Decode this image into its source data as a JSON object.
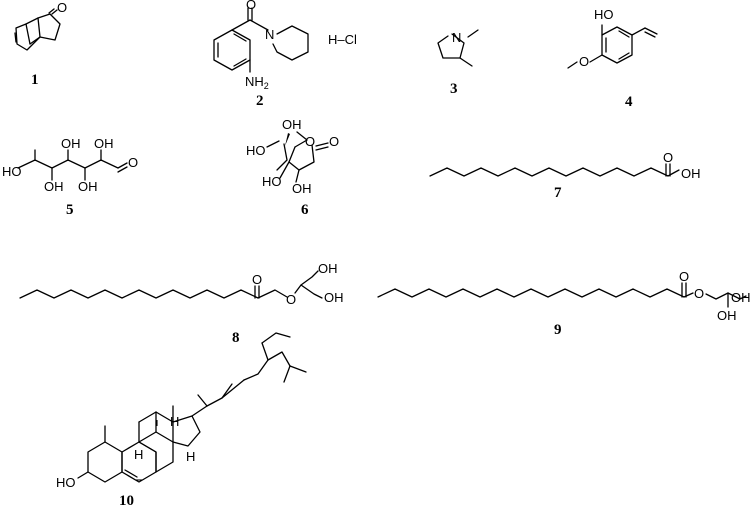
{
  "compounds": [
    {
      "label": "1",
      "atoms": {
        "o": "O"
      }
    },
    {
      "label": "2",
      "atoms": {
        "o": "O",
        "n": "N",
        "hcl": "H–Cl",
        "nh": "NH",
        "nh_sub": "2"
      }
    },
    {
      "label": "3",
      "atoms": {
        "n": "N"
      }
    },
    {
      "label": "4",
      "atoms": {
        "oh": "HO",
        "ome": "O"
      }
    },
    {
      "label": "5",
      "atoms": {
        "ho1": "HO",
        "oh2": "OH",
        "oh3": "OH",
        "oh4": "OH",
        "oh5": "OH",
        "o": "O"
      }
    },
    {
      "label": "6",
      "atoms": {
        "oh1": "OH",
        "ho2": "HO",
        "oring": "O",
        "ocarb": "O",
        "ho3": "HO",
        "oh4": "OH"
      }
    },
    {
      "label": "7",
      "atoms": {
        "o": "O",
        "oh": "OH"
      }
    },
    {
      "label": "8",
      "atoms": {
        "o1": "O",
        "o2": "O",
        "oh1": "OH",
        "oh2": "OH"
      }
    },
    {
      "label": "9",
      "atoms": {
        "o1": "O",
        "o2": "O",
        "oh1": "OH",
        "oh2": "OH"
      }
    },
    {
      "label": "10",
      "atoms": {
        "ho": "HO",
        "h1": "H",
        "h2": "H",
        "h3": "H"
      }
    }
  ]
}
